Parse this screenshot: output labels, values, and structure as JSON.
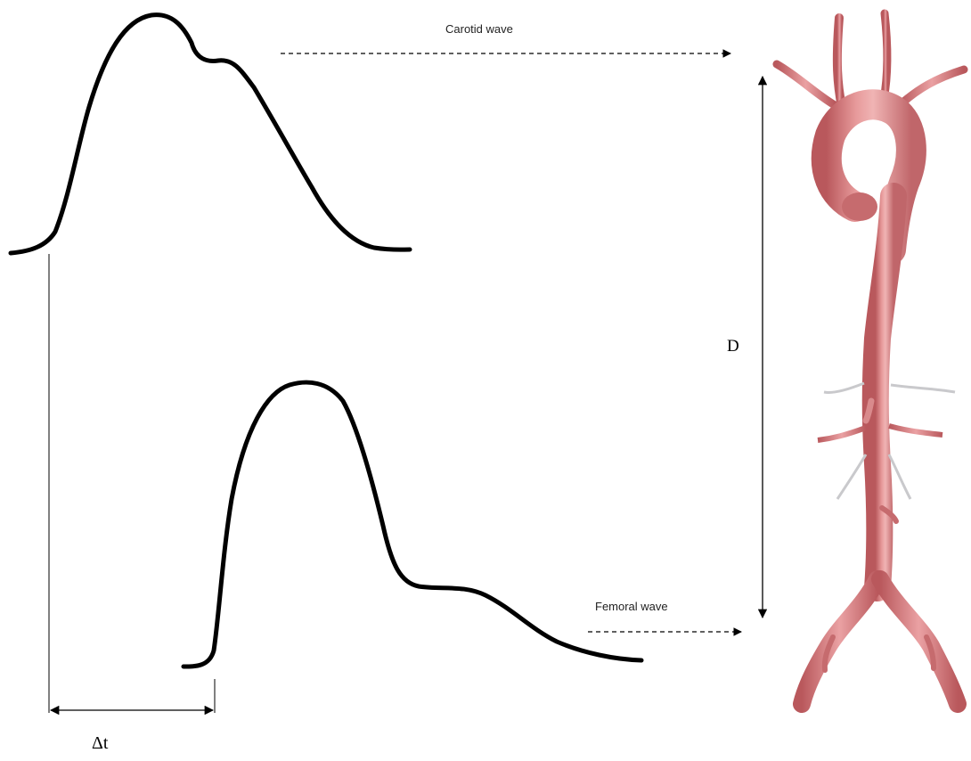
{
  "labels": {
    "carotid_wave": "Carotid wave",
    "femoral_wave": "Femoral wave",
    "distance": "D",
    "delta_t": "Δt"
  },
  "colors": {
    "waveform": "#000000",
    "aorta_main": "#d97a7c",
    "aorta_shadow": "#b9585c",
    "aorta_highlight": "#f0b4b4",
    "branch_light": "#c9c9cc"
  },
  "icons": {
    "aorta": "aorta-illustration"
  }
}
